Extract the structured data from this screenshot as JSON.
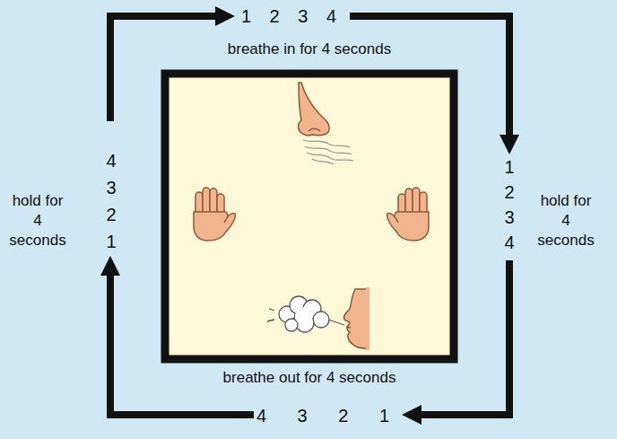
{
  "diagram": {
    "labels": [
      "1 2 3 4",
      "breathe in for 4 seconds",
      "1 2 3 4",
      "hold for 4 seconds",
      "breathe out for 4 seconds",
      "4 3 2 1",
      "4 3 2 1",
      "hold for 4 seconds"
    ]
  }
}
